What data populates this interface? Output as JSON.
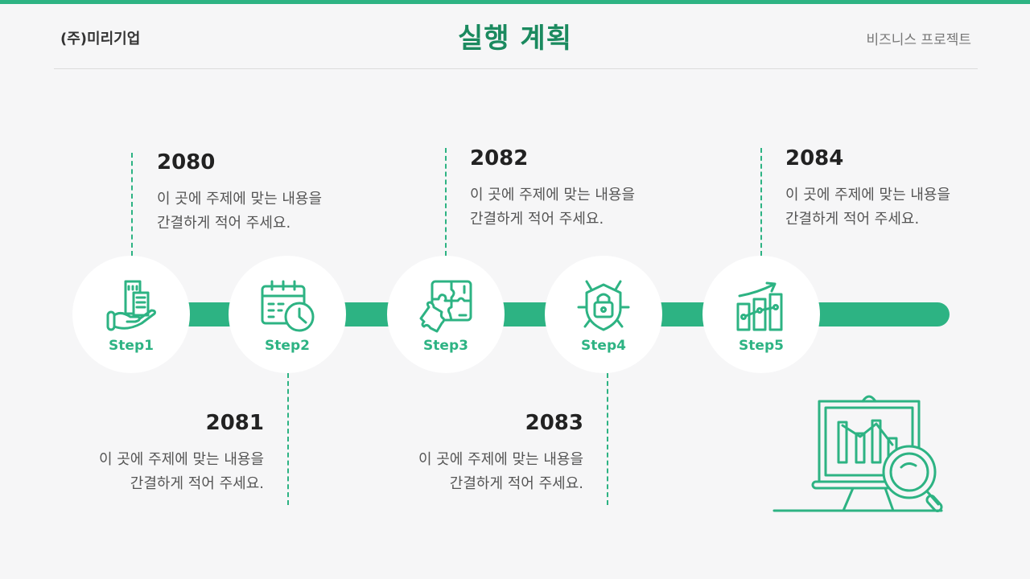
{
  "header": {
    "company": "(주)미리기업",
    "title": "실행 계획",
    "subtitle": "비즈니스 프로젝트"
  },
  "colors": {
    "accent": "#2db383",
    "title": "#1b8a5f",
    "background": "#f6f6f7"
  },
  "steps": [
    {
      "label": "Step1",
      "icon": "building-in-hand-icon",
      "year": "2080",
      "desc_line1": "이 곳에 주제에 맞는 내용을",
      "desc_line2": "간결하게 적어 주세요."
    },
    {
      "label": "Step2",
      "icon": "calendar-clock-icon",
      "year": "2081",
      "desc_line1": "이 곳에 주제에 맞는 내용을",
      "desc_line2": "간결하게 적어 주세요."
    },
    {
      "label": "Step3",
      "icon": "puzzle-icon",
      "year": "2082",
      "desc_line1": "이 곳에 주제에 맞는 내용을",
      "desc_line2": "간결하게 적어 주세요."
    },
    {
      "label": "Step4",
      "icon": "shield-lock-icon",
      "year": "2083",
      "desc_line1": "이 곳에 주제에 맞는 내용을",
      "desc_line2": "간결하게 적어 주세요."
    },
    {
      "label": "Step5",
      "icon": "growth-chart-icon",
      "year": "2084",
      "desc_line1": "이 곳에 주제에 맞는 내용을",
      "desc_line2": "간결하게 적어 주세요."
    }
  ],
  "decoration": {
    "icon": "presentation-board-magnifier-icon"
  }
}
